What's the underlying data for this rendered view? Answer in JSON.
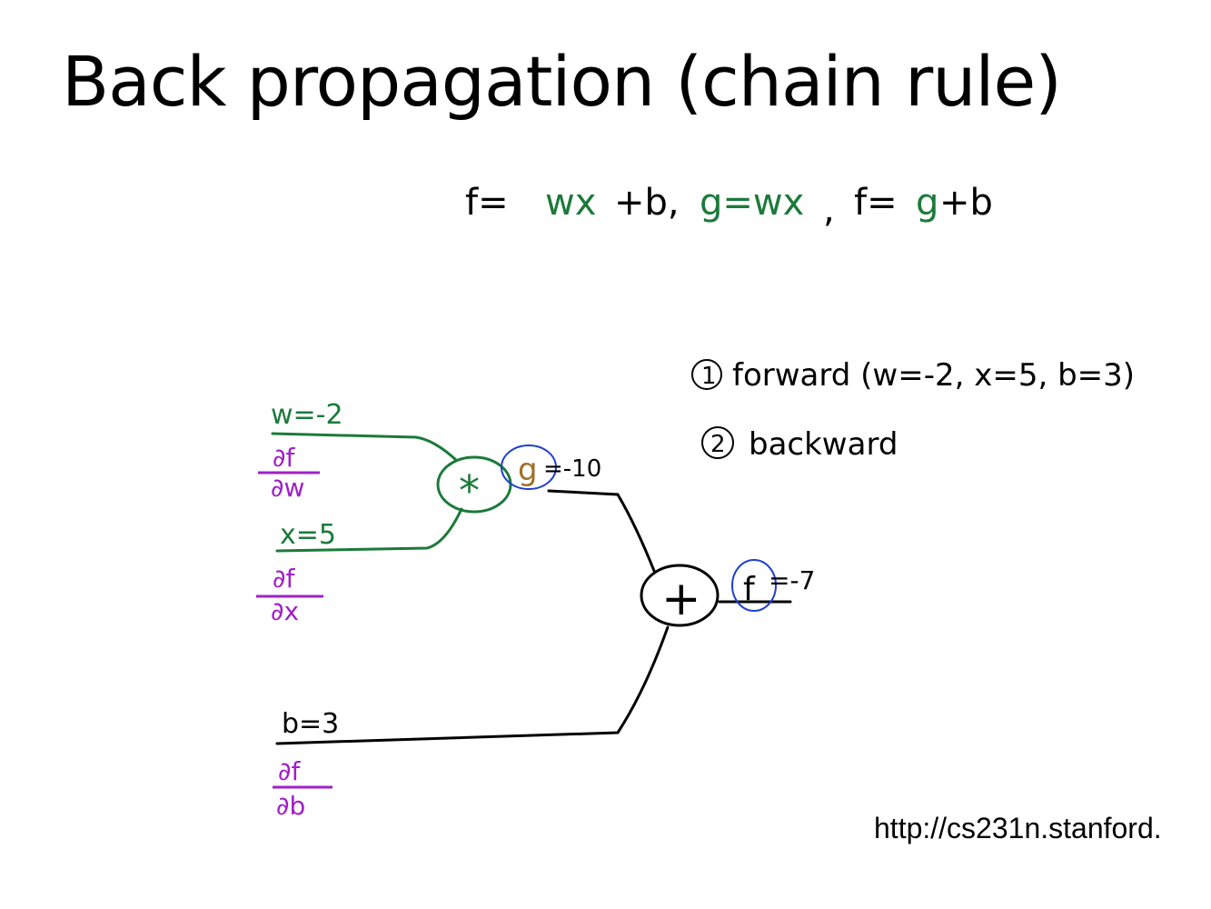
{
  "slide": {
    "title": "Back propagation (chain rule)",
    "source": "http://cs231n.stanford."
  },
  "equation": {
    "f_eq": "f=",
    "wx": "wx",
    "plus_b": "+b,",
    "g_eq_wx": "g=wx",
    "comma": ",",
    "f_eq2": "f=",
    "g": "g",
    "plus_b2": "+b"
  },
  "steps": {
    "step1_num": "1",
    "step1_label": "forward (w=-2, x=5, b=3)",
    "step2_num": "2",
    "step2_label": "backward"
  },
  "inputs": {
    "w_label": "w=-2",
    "x_label": "x=5",
    "b_label": "b=3",
    "df_num": "∂f",
    "dw_den": "∂w",
    "dx_den": "∂x",
    "db_den": "∂b"
  },
  "nodes": {
    "mul_symbol": "*",
    "add_symbol": "+",
    "g_name": "g",
    "g_value": "=-10",
    "f_name": "f",
    "f_value": "=-7"
  },
  "colors": {
    "green": "#1b7a3a",
    "purple": "#a020c8",
    "brown": "#a0702a",
    "blue": "#1f3fd0",
    "black": "#000000"
  }
}
